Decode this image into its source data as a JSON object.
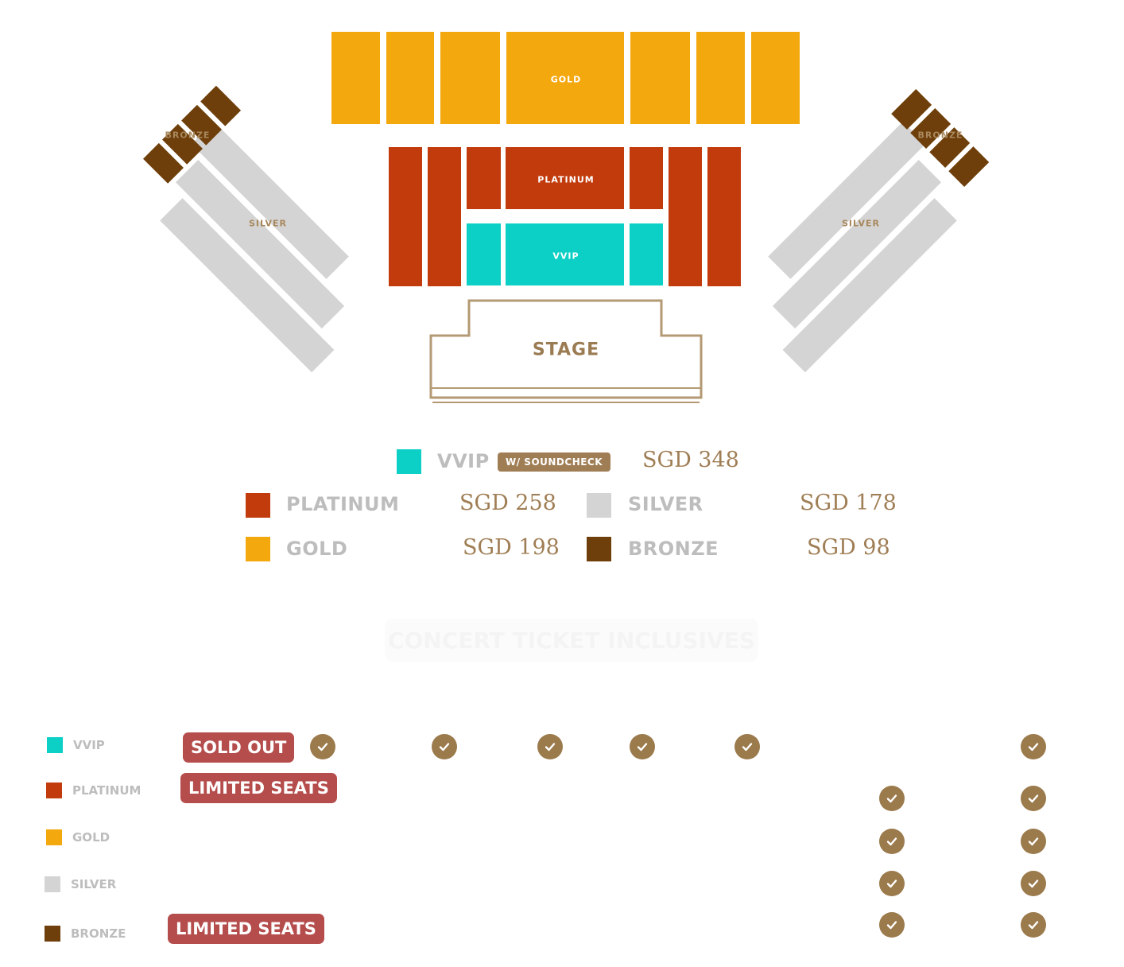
{
  "map": {
    "labels": {
      "gold": "GOLD",
      "platinum": "PLATINUM",
      "vvip": "VVIP",
      "stage": "STAGE",
      "silver_left": "SILVER",
      "silver_right": "SILVER",
      "bronze_left": "BRONZE",
      "bronze_right": "BRONZE"
    }
  },
  "colors": {
    "vvip": "#0ccfc6",
    "platinum": "#c23b0c",
    "gold": "#f3a80e",
    "silver": "#d4d4d4",
    "bronze": "#6e3f0b",
    "accent": "#a07e55",
    "status": "#b44d4c"
  },
  "legend": {
    "vvip": {
      "name": "VVIP",
      "badge": "W/ SOUNDCHECK",
      "price": "SGD 348"
    },
    "platinum": {
      "name": "PLATINUM",
      "price": "SGD 258"
    },
    "silver": {
      "name": "SILVER",
      "price": "SGD 178"
    },
    "gold": {
      "name": "GOLD",
      "price": "SGD 198"
    },
    "bronze": {
      "name": "BRONZE",
      "price": "SGD 98"
    }
  },
  "inclusives": {
    "heading": "CONCERT TICKET INCLUSIVES",
    "rows": [
      {
        "name": "VVIP",
        "status": "SOLD OUT"
      },
      {
        "name": "PLATINUM",
        "status": "LIMITED SEATS"
      },
      {
        "name": "GOLD",
        "status": ""
      },
      {
        "name": "SILVER",
        "status": ""
      },
      {
        "name": "BRONZE",
        "status": "LIMITED SEATS"
      }
    ]
  }
}
